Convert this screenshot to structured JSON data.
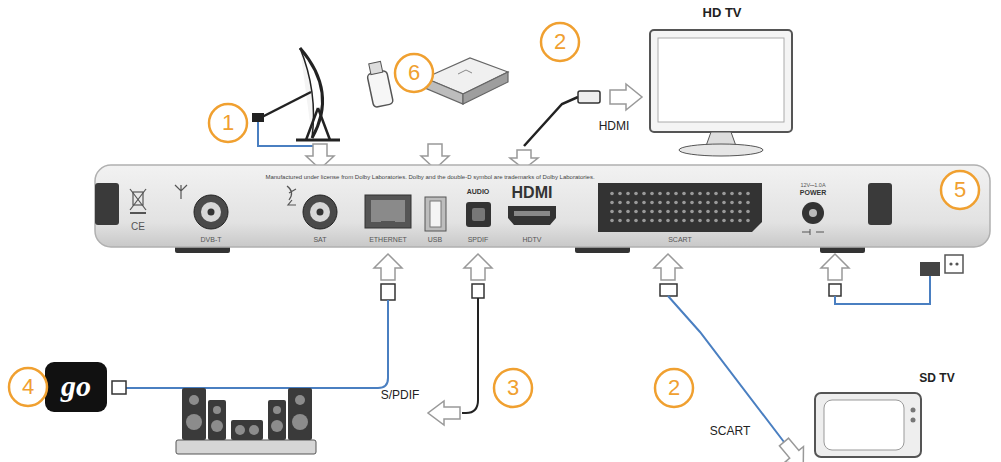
{
  "diagram": {
    "labels": [
      "1",
      "6",
      "2",
      "HD TV",
      "HDMI",
      "Manufactured under license from Dolby Laboratories. Dolby and the double-D symbol are trademarks of Dolby Laboratories.",
      "CE",
      "DVB-T",
      "SAT",
      "ETHERNET",
      "USB",
      "AUDIO",
      "SPDIF",
      "HDMI",
      "HDTV",
      "SCART",
      "12V⎓1.0A",
      "POWER",
      "5",
      "4",
      "go",
      "S/PDIF",
      "3",
      "2",
      "SCART",
      "SD TV"
    ]
  }
}
